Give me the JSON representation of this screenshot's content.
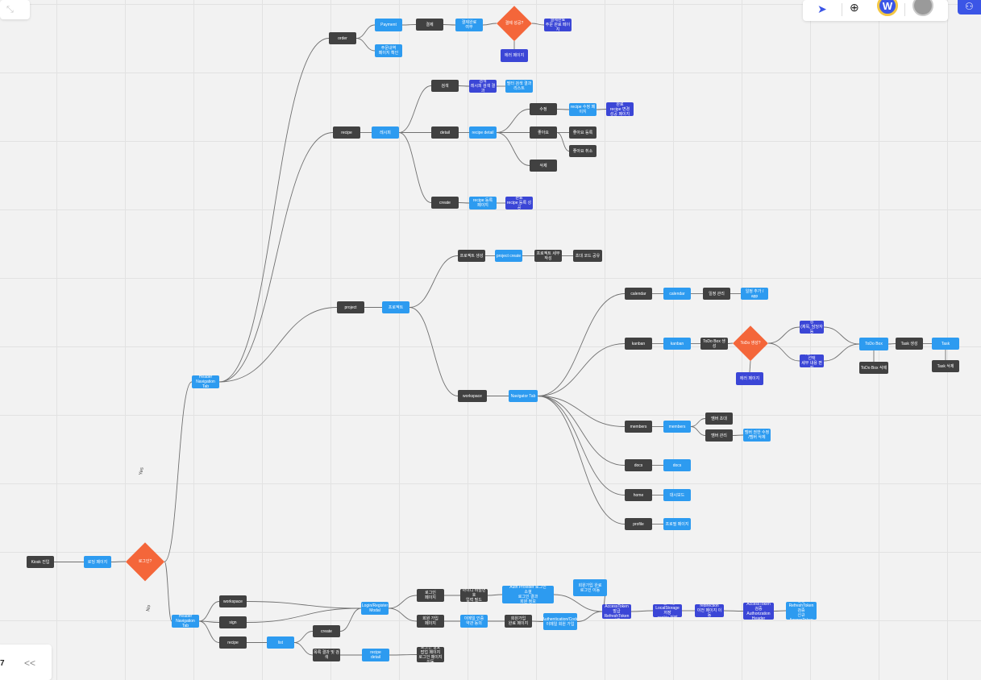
{
  "toolbar": {
    "top_left_icon": "collapse-arrow-icon",
    "cursor_icon": "select-cursor-icon",
    "add_icon": "add-reaction-icon",
    "avatar_letter": "W",
    "share_icon": "share-people-icon",
    "collapse_label": "<<",
    "page_indicator": "7"
  },
  "edge_labels": {
    "yes": "Yes",
    "no": "No"
  },
  "colors": {
    "dark": "#414141",
    "blue": "#2d9bf0",
    "indigo": "#3b46d6",
    "decision": "#f4663a",
    "edge": "#707070"
  },
  "nodes": {
    "start": "Kiosk 진입",
    "s2": "로딩 페이지",
    "d1": "로그인?",
    "yes_main": "Header\nNavigation Tab",
    "n_order": "order",
    "n_order1": "Payment",
    "n_order2": "결제",
    "n_order3": "결제완료\n여부",
    "d_order": "결제\n성공?",
    "n_order_ok": "결제완료\n주문 완료 페이지",
    "n_order_fail": "에러 페이지",
    "n_order_alt": "주문내역\n페이지 확인",
    "n_recipe": "recipe",
    "n_recipe_b": "레시피",
    "n_r1": "검색",
    "n_r1b": "검색\n레시피 검색 결과",
    "n_r1c": "필터 검색 결과\n리스트",
    "n_r2": "detail",
    "n_r2b": "recipe detail",
    "n_r2c1": "수정",
    "n_r2c1b": "recipe 수정 페이지",
    "n_r2c1c": "완료\nrecipe 변경\n성공 페이지",
    "n_r2c2": "좋아요",
    "n_r2c2b": "좋아요 등록",
    "n_r2c2c": "좋아요 취소",
    "n_r2c3": "삭제",
    "n_r3": "create",
    "n_r3b": "recipe 등록\n페이지",
    "n_r3c": "완료\nrecipe 등록 성공",
    "n_project": "project",
    "n_project_b": "프로젝트",
    "n_p1": "프로젝트 생성",
    "n_p1b": "project create",
    "n_p1c": "프로젝트 세부 작성",
    "n_p1d": "초대 코드 공유",
    "n_ws": "workspace",
    "n_ws_b": "Navigator Tab",
    "n_cal": "calendar",
    "n_cal_b": "calendar",
    "n_cal_c": "일정 관리",
    "n_cal_d": "일정 추가 / app",
    "n_kan": "kanban",
    "n_kan_b": "kanban",
    "n_kan_c": "ToDo Box 생성",
    "d_kan": "ToDo\n생성?",
    "n_kan_up": "새 ToDo 작성\n(제목, 담당자 등\n입력)",
    "n_kan_dn": "기존 ToDo 선택\n세부 내용 편집",
    "n_kan_fail": "에러 페이지",
    "n_kan_todo": "ToDo Box",
    "n_kan_todo2": "ToDo Box 삭제",
    "n_kan_task": "Task 생성",
    "n_kan_task2": "Task",
    "n_kan_task3": "Task 삭제",
    "n_mem": "members",
    "n_mem_b": "members",
    "n_mem_c1": "멤버 초대",
    "n_mem_c2": "멤버 관리",
    "n_mem_d": "멤버 권한 수정\n/멤버 삭제",
    "n_sets": "docs",
    "n_sets_b": "docs",
    "n_home": "home",
    "n_home_b": "대시보드",
    "n_prof": "profile",
    "n_prof_b": "프로필 페이지",
    "no_main": "Header\nNavigation Tab",
    "n_no1": "workspace",
    "n_no2": "sign",
    "n_no3": "recipe",
    "n_no3b": "list",
    "n_no3c": "create",
    "n_no3d": "목록 결과 및 검색",
    "n_no3e": "recipe\ndetail",
    "n_no3f": "로그인 필요\n팝업 페이지\n로그인 페이지 이동",
    "n_login": "Login/Register\nModal",
    "n_l1": "로그인\n페이지",
    "n_l1b": "아이디 비밀번호\n입력 필드",
    "n_l1c": "Auth Provider 로그인\n소셜\n로그인 결과\n회원 정보",
    "n_l2": "회원 가입\n페이지",
    "n_l2b": "이메일 인증\n약관 동의",
    "n_l2c": "회원가입\n완료 페이지",
    "n_l2d": "Authentication/Code\n이메일 회원 가입",
    "n_l3": "회원가입 완료\n로그인 이동",
    "n_l4": "AccessToken\nAccessToken 발급\nRefreshToken 발급",
    "n_l5": "토큰 저장\nLocalStorage 저장\ncookie 저장",
    "n_l6": "redirection\n이전 페이지 이동",
    "n_l7": "AccessToken\n검증\nAuthorization\nHeader",
    "n_l8": "토큰 만료 시 재발급\nRefreshToken 검증\n신규 AccessToken\n발급 및 저장"
  }
}
